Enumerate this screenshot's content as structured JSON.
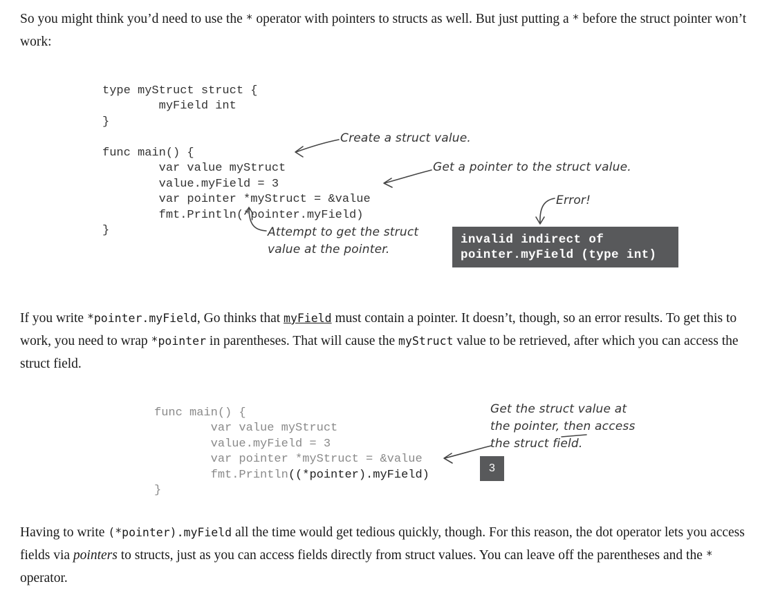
{
  "para1": {
    "t1": "So you might think you’d need to use the ",
    "c1": "*",
    "t2": " operator with pointers to structs as well. But just putting a ",
    "c2": "*",
    "t3": " before the struct pointer won’t work:"
  },
  "code1": {
    "lines": [
      "type myStruct struct {",
      "        myField int",
      "}",
      "",
      "func main() {",
      "        var value myStruct",
      "        value.myField = 3",
      "        var pointer *myStruct = &value",
      "        fmt.Println(*pointer.myField)",
      "}"
    ]
  },
  "annotations1": {
    "create": "Create a struct value.",
    "get_pointer": "Get a pointer to the struct value.",
    "error": "Error!",
    "attempt_line1": "Attempt to get the struct",
    "attempt_line2": "value at the pointer."
  },
  "error_output": {
    "line1": "invalid indirect of",
    "line2": "pointer.myField (type int)"
  },
  "para2": {
    "t1": "If you write ",
    "c1": "*pointer.myField",
    "t2": ", Go thinks that ",
    "c2": "myField",
    "t3": " must contain a pointer. It doesn’t, though, so an error results. To get this to work, you need to wrap ",
    "c3": "*pointer",
    "t4": " in parentheses. That will cause the ",
    "c4": "myStruct",
    "t5": " value to be retrieved, after which you can access the struct field."
  },
  "code2": {
    "lines": [
      "func main() {",
      "        var value myStruct",
      "        value.myField = 3",
      "        var pointer *myStruct = &value"
    ],
    "println_prefix": "        fmt.Println",
    "println_highlight": "((*pointer).myField)",
    "closing": "}"
  },
  "annotations2": {
    "line1": "Get the struct value at",
    "line2": "the pointer, then access",
    "line3": "the struct field."
  },
  "output2": "3",
  "para3": {
    "t1": "Having to write ",
    "c1": "(*pointer).myField",
    "t2": " all the time would get tedious quickly, though. For this reason, the dot operator lets you access fields via ",
    "em1": "pointers",
    "t3": " to structs, just as you can access fields directly from struct values. You can leave off the parentheses and the ",
    "c2": "*",
    "t4": " operator."
  }
}
